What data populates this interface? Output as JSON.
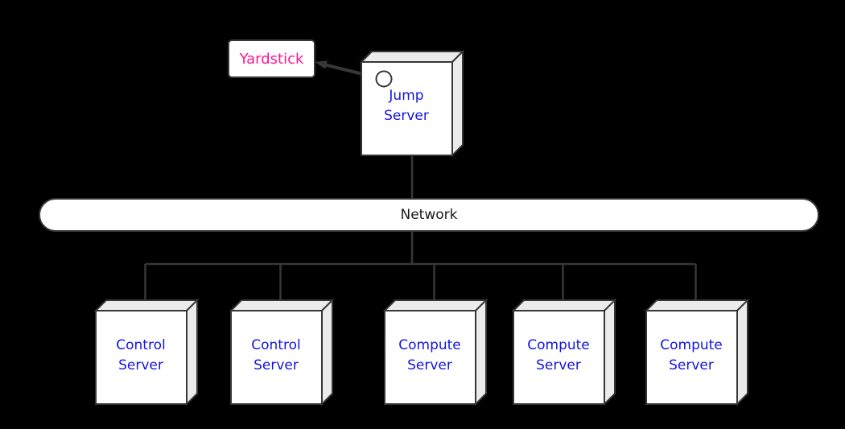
{
  "diagram": {
    "type": "deployment-topology",
    "yardstick_note": {
      "label": "Yardstick"
    },
    "jump_server": {
      "label": "Jump Server"
    },
    "network": {
      "label": "Network"
    },
    "servers": [
      {
        "label": "Control Server"
      },
      {
        "label": "Control Server"
      },
      {
        "label": "Compute Server"
      },
      {
        "label": "Compute Server"
      },
      {
        "label": "Compute Server"
      }
    ],
    "colors": {
      "background": "#000000",
      "line_and_border": "#373737",
      "node_front_face": "#ffffff",
      "node_shaded_face": "#ebebeb",
      "server_text": "#1414e0",
      "yardstick_text": "#ff1493",
      "network_text": "#1a1a1a"
    }
  }
}
